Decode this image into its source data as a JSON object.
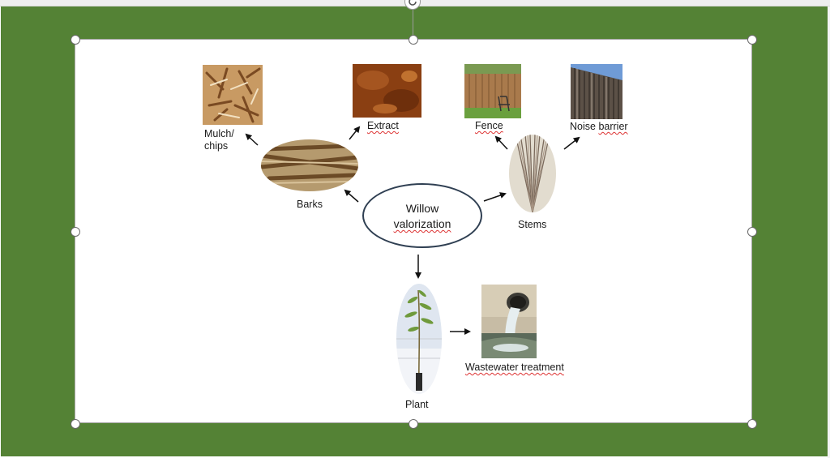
{
  "diagram": {
    "center_line1": "Willow",
    "center_line2": "valorization",
    "nodes": {
      "mulch": "Mulch/\nchips",
      "extract": "Extract",
      "barks": "Barks",
      "fence": "Fence",
      "noise_word1": "Noise",
      "noise_word2": "barrier",
      "stems": "Stems",
      "plant": "Plant",
      "wastewater": "Wastewater treatment"
    }
  },
  "icons": {
    "rotate": "rotate-handle-icon",
    "resize": "resize-handle"
  },
  "colors": {
    "slide_background": "#548235",
    "frame_background": "#ffffff",
    "ellipse_border": "#2f3f52",
    "spellcheck_underline": "#d33333"
  }
}
